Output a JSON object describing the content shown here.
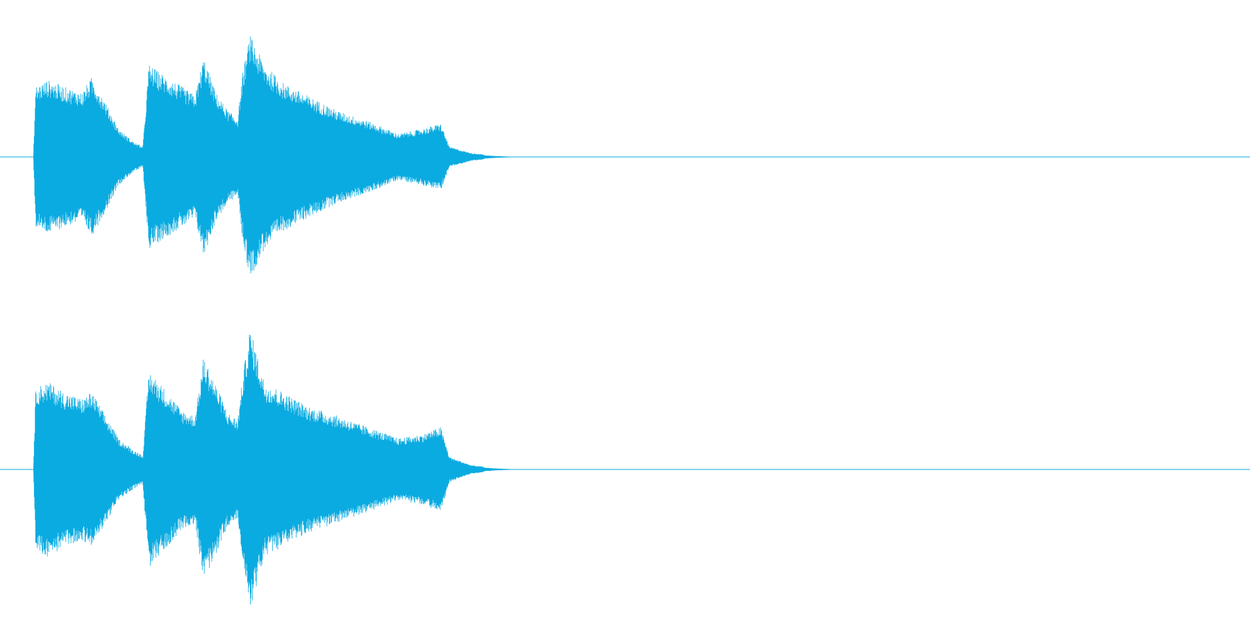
{
  "waveform": {
    "color": "#0aabe1",
    "channel_count": 2,
    "channels": [
      {
        "id": "channel-1",
        "envelope": [
          [
            0.0,
            0.0
          ],
          [
            0.002,
            0.55
          ],
          [
            0.012,
            0.6
          ],
          [
            0.025,
            0.55
          ],
          [
            0.04,
            0.5
          ],
          [
            0.048,
            0.62
          ],
          [
            0.058,
            0.45
          ],
          [
            0.07,
            0.22
          ],
          [
            0.082,
            0.12
          ],
          [
            0.09,
            0.08
          ],
          [
            0.095,
            0.72
          ],
          [
            0.11,
            0.62
          ],
          [
            0.122,
            0.55
          ],
          [
            0.133,
            0.48
          ],
          [
            0.14,
            0.78
          ],
          [
            0.15,
            0.5
          ],
          [
            0.16,
            0.36
          ],
          [
            0.168,
            0.3
          ],
          [
            0.172,
            0.65
          ],
          [
            0.178,
            0.95
          ],
          [
            0.19,
            0.72
          ],
          [
            0.205,
            0.58
          ],
          [
            0.225,
            0.48
          ],
          [
            0.25,
            0.36
          ],
          [
            0.275,
            0.28
          ],
          [
            0.3,
            0.18
          ],
          [
            0.32,
            0.22
          ],
          [
            0.335,
            0.26
          ],
          [
            0.342,
            0.08
          ],
          [
            0.36,
            0.03
          ],
          [
            0.38,
            0.01
          ],
          [
            0.4,
            0.0
          ],
          [
            1.0,
            0.0
          ]
        ]
      },
      {
        "id": "channel-2",
        "envelope": [
          [
            0.0,
            0.0
          ],
          [
            0.002,
            0.58
          ],
          [
            0.012,
            0.62
          ],
          [
            0.025,
            0.55
          ],
          [
            0.04,
            0.5
          ],
          [
            0.048,
            0.55
          ],
          [
            0.058,
            0.4
          ],
          [
            0.07,
            0.22
          ],
          [
            0.082,
            0.14
          ],
          [
            0.09,
            0.1
          ],
          [
            0.095,
            0.7
          ],
          [
            0.11,
            0.55
          ],
          [
            0.122,
            0.42
          ],
          [
            0.133,
            0.38
          ],
          [
            0.14,
            0.8
          ],
          [
            0.15,
            0.6
          ],
          [
            0.16,
            0.4
          ],
          [
            0.168,
            0.35
          ],
          [
            0.172,
            0.65
          ],
          [
            0.178,
            1.0
          ],
          [
            0.19,
            0.62
          ],
          [
            0.205,
            0.55
          ],
          [
            0.225,
            0.45
          ],
          [
            0.25,
            0.38
          ],
          [
            0.275,
            0.3
          ],
          [
            0.3,
            0.22
          ],
          [
            0.32,
            0.25
          ],
          [
            0.335,
            0.3
          ],
          [
            0.342,
            0.09
          ],
          [
            0.36,
            0.03
          ],
          [
            0.38,
            0.01
          ],
          [
            0.4,
            0.0
          ],
          [
            1.0,
            0.0
          ]
        ]
      }
    ]
  }
}
